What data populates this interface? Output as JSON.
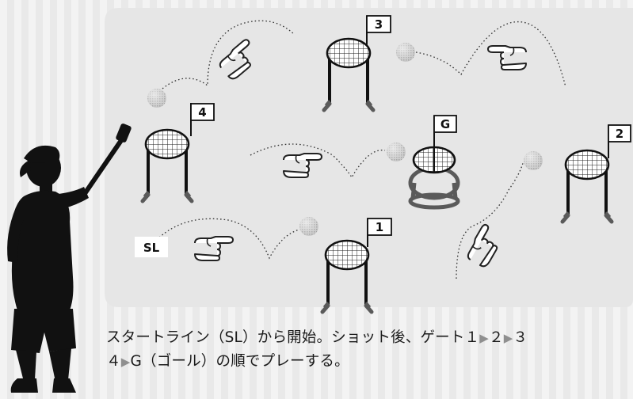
{
  "course": {
    "start_label": "SL",
    "gates": [
      {
        "id": "gate-1",
        "label": "1"
      },
      {
        "id": "gate-2",
        "label": "2"
      },
      {
        "id": "gate-3",
        "label": "3"
      },
      {
        "id": "gate-4",
        "label": "4"
      },
      {
        "id": "gate-goal",
        "label": "G"
      }
    ]
  },
  "caption": {
    "line1_a": "スタートライン（SL）から開始。ショット後、ゲート１",
    "line1_b": "２",
    "line1_c": "３",
    "line2_a": "４",
    "line2_b": "G（ゴール）の順でプレーする。",
    "arrow": "▶"
  },
  "colors": {
    "field": "#e6e6e6",
    "ink": "#333333",
    "silhouette": "#111111",
    "gate_leg": "#5a5a5a"
  }
}
